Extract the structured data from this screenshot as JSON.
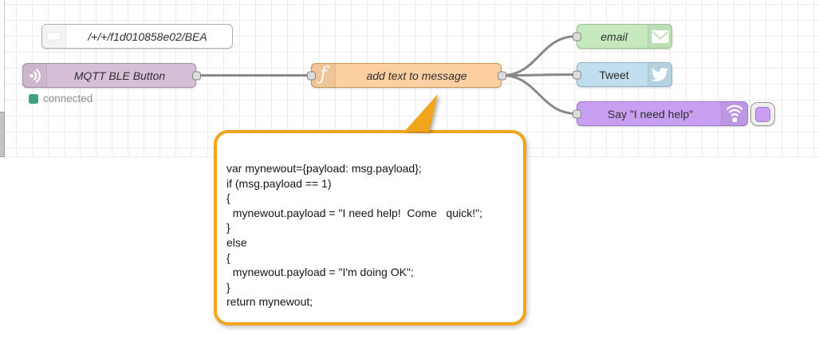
{
  "flow": {
    "comment_node": {
      "label": "/+/+/f1d010858e02/BEA"
    },
    "mqtt_node": {
      "label": "MQTT BLE Button",
      "status": "connected"
    },
    "function_node": {
      "label": "add text to message",
      "icon_glyph": "ƒ"
    },
    "email_node": {
      "label": "email"
    },
    "tweet_node": {
      "label": "Tweet"
    },
    "say_node": {
      "label": "Say \"I need help\""
    }
  },
  "callout": {
    "code": [
      "var mynewout={payload: msg.payload};",
      "if (msg.payload == 1)",
      "{",
      "  mynewout.payload = \"I need help!  Come   quick!\";",
      "}",
      "else",
      "{",
      "  mynewout.payload = \"I'm doing OK\";",
      "}",
      "return mynewout;"
    ]
  },
  "colors": {
    "mqtt_fill": "#d8bfd8",
    "function_fill": "#fdd0a2",
    "email_fill": "#c7e9c0",
    "tweet_fill": "#c0deed",
    "say_fill": "#c9a0f1",
    "callout_border": "#f2a41b",
    "wire": "#888888",
    "status_green": "#41a17c",
    "grid_line": "#ececec"
  }
}
